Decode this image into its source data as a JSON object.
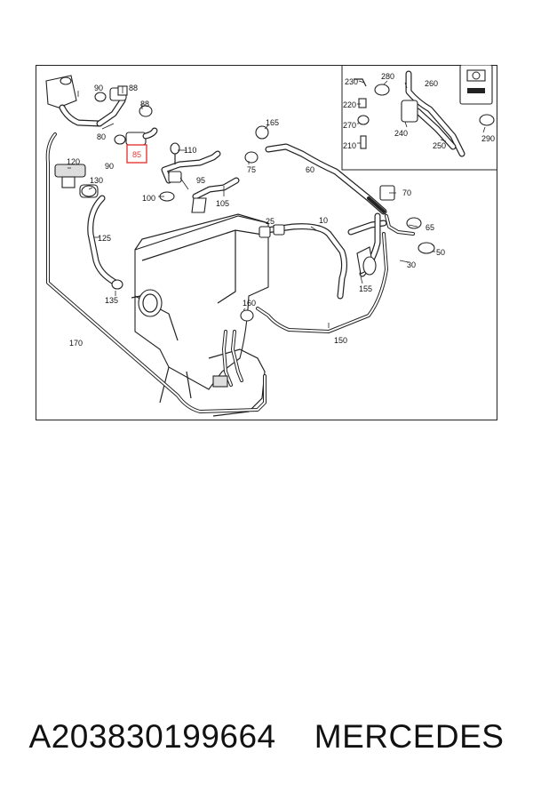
{
  "diagram": {
    "labels": {
      "l10": "10",
      "l25": "25",
      "l30": "30",
      "l50": "50",
      "l60": "60",
      "l65": "65",
      "l70": "70",
      "l75": "75",
      "l80": "80",
      "l85": "85",
      "l88a": "88",
      "l88b": "88",
      "l90a": "90",
      "l90b": "90",
      "l95": "95",
      "l100": "100",
      "l105": "105",
      "l110": "110",
      "l120": "120",
      "l125": "125",
      "l130": "130",
      "l135": "135",
      "l150": "150",
      "l155": "155",
      "l160": "160",
      "l165": "165",
      "l170": "170",
      "l210": "210",
      "l220": "220",
      "l230": "230",
      "l240": "240",
      "l250": "250",
      "l260": "260",
      "l270": "270",
      "l280": "280",
      "l290": "290"
    },
    "highlight_color": "#e53935",
    "line_color": "#222222"
  },
  "caption": {
    "part_number": "A203830199664",
    "brand": "MERCEDES"
  }
}
